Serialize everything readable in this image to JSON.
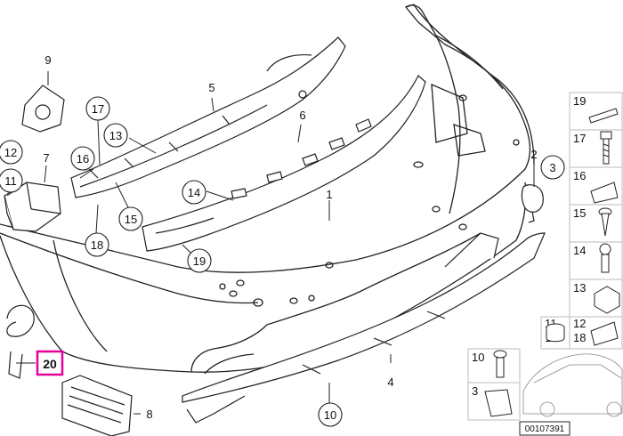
{
  "diagram": {
    "callouts": {
      "c9": "9",
      "c5": "5",
      "c17": "17",
      "c13": "13",
      "c6": "6",
      "c12": "12",
      "c7": "7",
      "c16": "16",
      "c11": "11",
      "c14": "14",
      "c15": "15",
      "c1": "1",
      "c2": "2",
      "c3": "3",
      "c18": "18",
      "c19": "19",
      "c20": "20",
      "c4": "4",
      "c8": "8",
      "c10": "10"
    },
    "legend": [
      {
        "number": "19"
      },
      {
        "number": "17"
      },
      {
        "number": "16"
      },
      {
        "number": "15"
      },
      {
        "number": "14"
      },
      {
        "number": "13"
      },
      {
        "number": "11",
        "number2": "18"
      },
      {
        "number": "12",
        "number2": "18"
      },
      {
        "number": "10"
      },
      {
        "number": "3"
      }
    ],
    "highlight_color": "#e6009a",
    "diagram_id": "00107391"
  }
}
